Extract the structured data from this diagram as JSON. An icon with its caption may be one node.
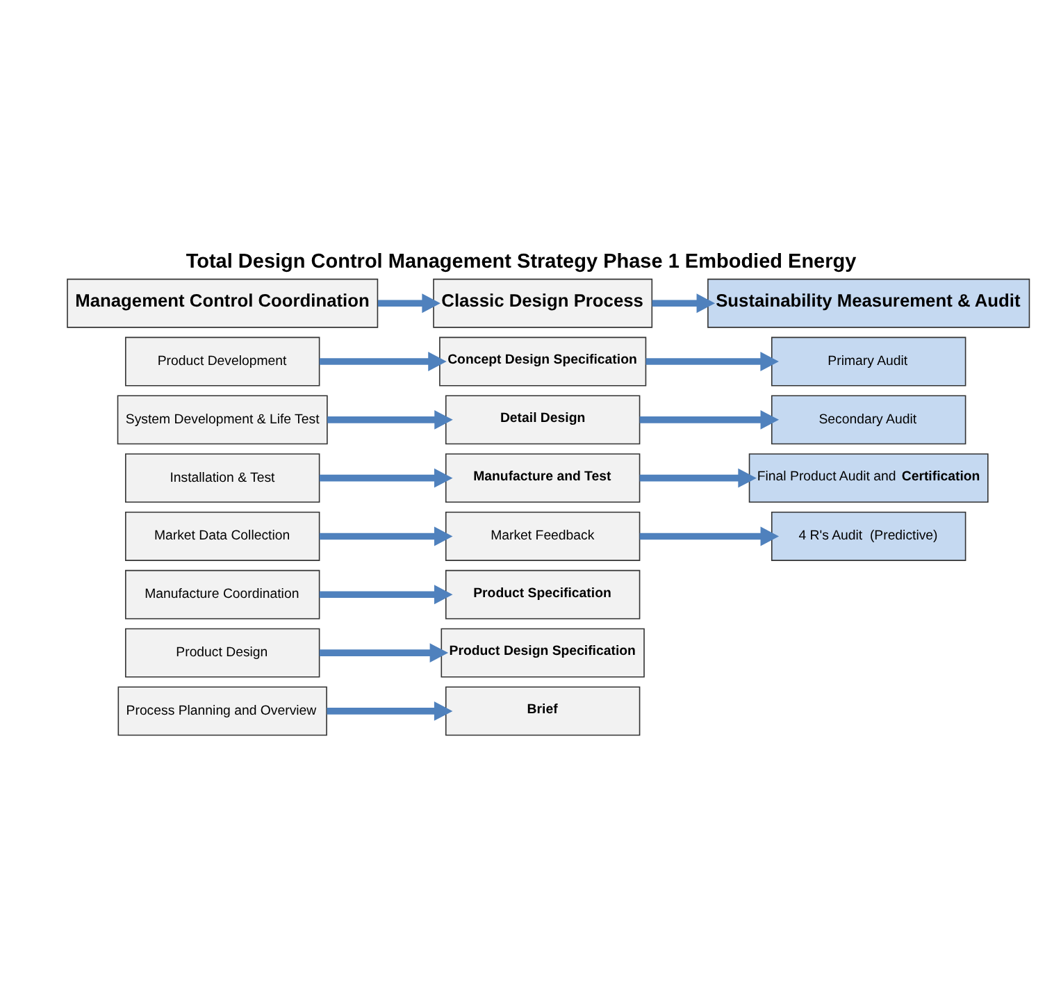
{
  "diagram": {
    "title": "Total Design Control Management Strategy Phase 1 Embodied Energy",
    "nodes": [
      {
        "text": [
          "Management Control Coordination"
        ]
      },
      {
        "text": [
          "Classic Design Process"
        ]
      },
      {
        "text": [
          "Sustainability Measurement & Audit"
        ]
      },
      {
        "text": [
          "Process Planning and Overview"
        ]
      },
      {
        "text": [
          "Brief"
        ]
      },
      {
        "text": [
          "Product Design"
        ]
      },
      {
        "text": [
          "Product Design Specification"
        ]
      },
      {
        "text": [
          "Product Development"
        ]
      },
      {
        "text": [
          "Concept Design Specification"
        ]
      },
      {
        "text": [
          "Primary Audit"
        ]
      },
      {
        "text": [
          "System Development & Life Test"
        ]
      },
      {
        "text": [
          "Detail Design"
        ]
      },
      {
        "text": [
          "Secondary Audit"
        ]
      },
      {
        "text": [
          "Manufacture Coordination"
        ]
      },
      {
        "text": [
          "Product Specification"
        ]
      },
      {
        "text": [
          "Installation & Test"
        ]
      },
      {
        "text": [
          "Manufacture and Test"
        ]
      },
      {
        "text": [
          "Final Product Audit and **Certification**"
        ]
      },
      {
        "text": [
          "Market Data Collection"
        ]
      },
      {
        "text": [
          "Market Feedback"
        ]
      },
      {
        "text": [
          "4 R's Audit  (Predictive)"
        ]
      }
    ],
    "edges": [
      {
        "from": 0,
        "to": 1,
        "arrow": "to"
      },
      {
        "from": 1,
        "to": 2,
        "arrow": "to"
      },
      {
        "from": 3,
        "to": 4,
        "arrow": "to"
      },
      {
        "from": 5,
        "to": 6,
        "arrow": "to"
      },
      {
        "from": 7,
        "to": 8,
        "arrow": "to"
      },
      {
        "from": 8,
        "to": 9,
        "arrow": "to"
      },
      {
        "from": 10,
        "to": 11,
        "arrow": "to"
      },
      {
        "from": 11,
        "to": 12,
        "arrow": "to"
      },
      {
        "from": 13,
        "to": 14,
        "arrow": "to"
      },
      {
        "from": 15,
        "to": 16,
        "arrow": "to"
      },
      {
        "from": 16,
        "to": 17,
        "arrow": "to"
      },
      {
        "from": 18,
        "to": 19,
        "arrow": "to"
      },
      {
        "from": 19,
        "to": 20,
        "arrow": "to"
      }
    ]
  }
}
